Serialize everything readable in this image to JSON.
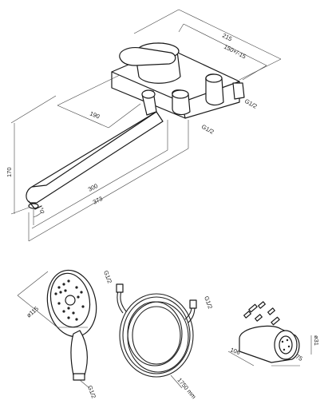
{
  "faucet": {
    "dims": {
      "width_total": "215",
      "centers": "150+/-15",
      "inlet_left": "G1/2",
      "inlet_right": "G1/2",
      "spout_reach_inner": "190",
      "height": "170",
      "spout_length": "300",
      "total_length": "373",
      "angle": "0°"
    }
  },
  "shower_head": {
    "diameter": "ø115",
    "thread": "G1/2"
  },
  "hose": {
    "thread_top": "G1/2",
    "thread_right": "G1/2",
    "length": "1750 mm"
  },
  "holder": {
    "depth": "106",
    "diameter": "ø31",
    "width": "75"
  }
}
